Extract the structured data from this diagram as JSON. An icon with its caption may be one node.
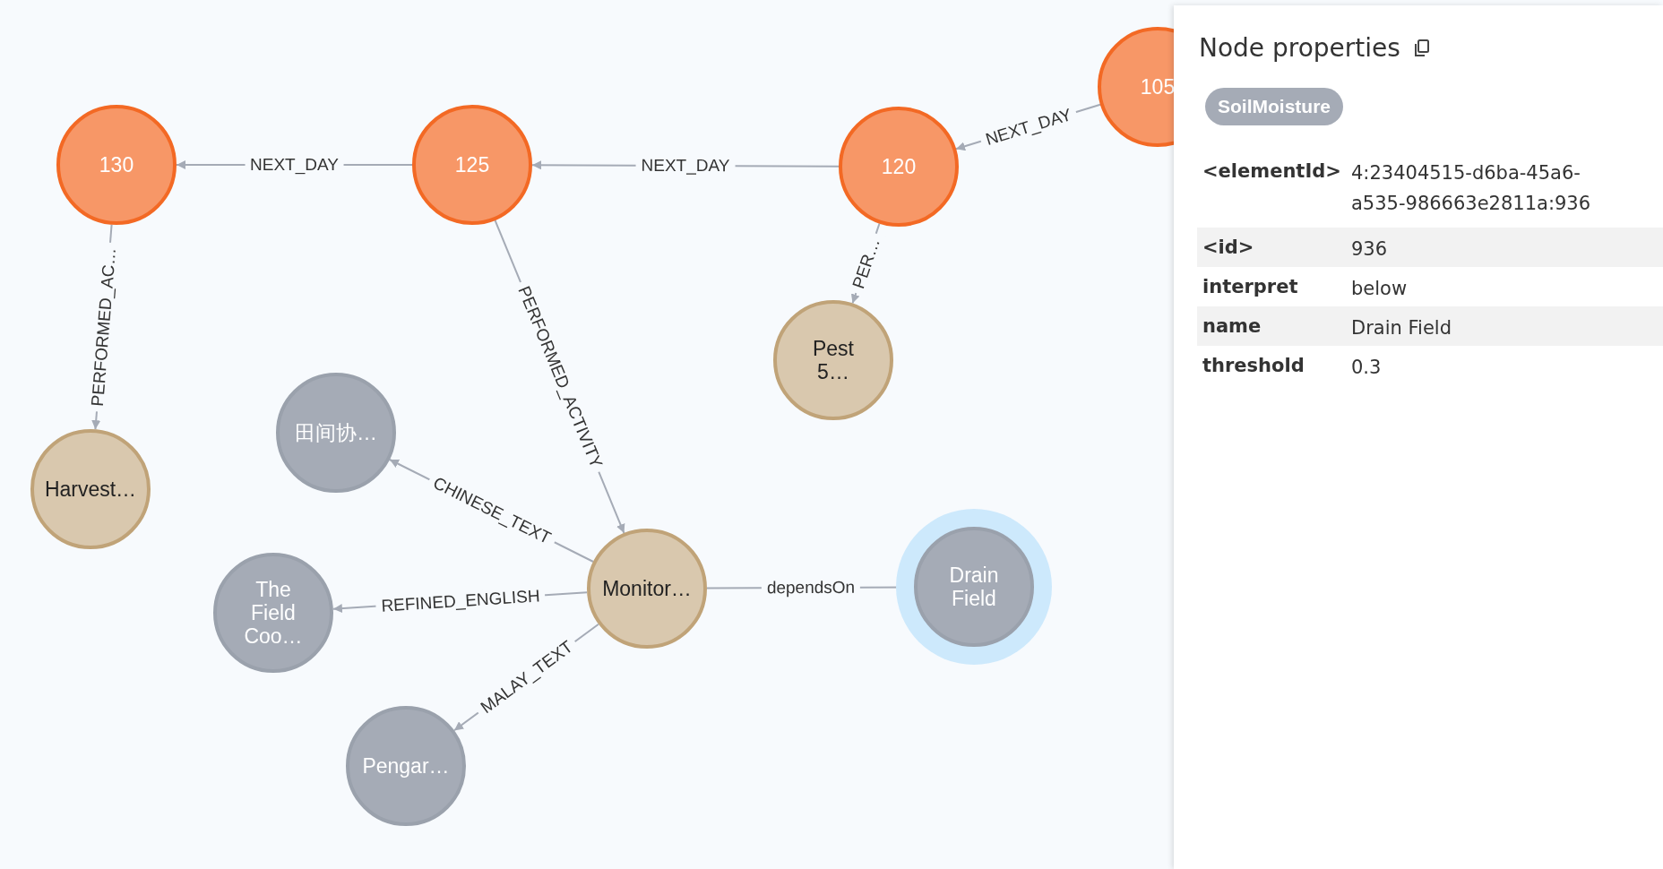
{
  "diagram": {
    "nodes": [
      {
        "text": [
          "130"
        ]
      },
      {
        "text": [
          "125"
        ]
      },
      {
        "text": [
          "120"
        ]
      },
      {
        "text": [
          "105"
        ]
      },
      {
        "text": [
          "Pest 5…"
        ]
      },
      {
        "text": [
          "Harvest…"
        ]
      },
      {
        "text": [
          "田间协…"
        ]
      },
      {
        "text": [
          "The Field Coo…"
        ]
      },
      {
        "text": [
          "Monitor…"
        ]
      },
      {
        "text": [
          "Drain Field"
        ]
      },
      {
        "text": [
          "Pengar…"
        ]
      }
    ],
    "edges": [
      {
        "from": 1,
        "to": 0,
        "arrow": "to",
        "label": "NEXT_DAY"
      },
      {
        "from": 2,
        "to": 1,
        "arrow": "to",
        "label": "NEXT_DAY"
      },
      {
        "from": 3,
        "to": 2,
        "arrow": "to",
        "label": "NEXT_DAY"
      },
      {
        "from": 2,
        "to": 4,
        "arrow": "to",
        "label": "PER…"
      },
      {
        "from": 0,
        "to": 5,
        "arrow": "to",
        "label": "PERFORMED_AC…"
      },
      {
        "from": 1,
        "to": 8,
        "arrow": "to",
        "label": "PERFORMED_ACTIVITY"
      },
      {
        "from": 8,
        "to": 6,
        "arrow": "to",
        "label": "CHINESE_TEXT"
      },
      {
        "from": 8,
        "to": 7,
        "arrow": "to",
        "label": "REFINED_ENGLISH"
      },
      {
        "from": 8,
        "to": 10,
        "arrow": "to",
        "label": "MALAY_TEXT"
      },
      {
        "from": 8,
        "to": 9,
        "arrow": "to",
        "label": "dependsOn"
      }
    ],
    "labels": [
      "Node properties",
      "SoilMoisture",
      "<elementId>",
      "4:23404515-d6ba-45a6-a535-986663e2811a:936",
      "<id>",
      "936",
      "interpret",
      "below",
      "name",
      "Drain Field",
      "threshold",
      "0.3"
    ]
  }
}
